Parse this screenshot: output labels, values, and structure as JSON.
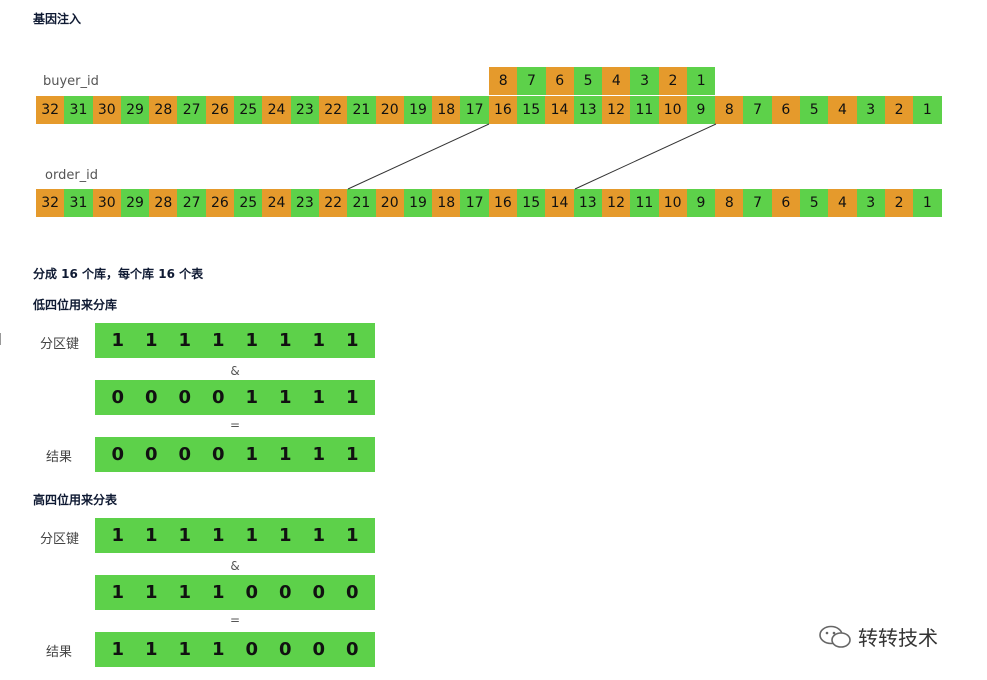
{
  "title": "基因注入",
  "buyer_label": "buyer_id",
  "order_label": "order_id",
  "gene_segment": [
    {
      "t": "8",
      "c": "o"
    },
    {
      "t": "7",
      "c": "g"
    },
    {
      "t": "6",
      "c": "o"
    },
    {
      "t": "5",
      "c": "g"
    },
    {
      "t": "4",
      "c": "o"
    },
    {
      "t": "3",
      "c": "g"
    },
    {
      "t": "2",
      "c": "o"
    },
    {
      "t": "1",
      "c": "g"
    }
  ],
  "bit_row": [
    {
      "t": "32",
      "c": "o"
    },
    {
      "t": "31",
      "c": "g"
    },
    {
      "t": "30",
      "c": "o"
    },
    {
      "t": "29",
      "c": "g"
    },
    {
      "t": "28",
      "c": "o"
    },
    {
      "t": "27",
      "c": "g"
    },
    {
      "t": "26",
      "c": "o"
    },
    {
      "t": "25",
      "c": "g"
    },
    {
      "t": "24",
      "c": "o"
    },
    {
      "t": "23",
      "c": "g"
    },
    {
      "t": "22",
      "c": "o"
    },
    {
      "t": "21",
      "c": "g"
    },
    {
      "t": "20",
      "c": "o"
    },
    {
      "t": "19",
      "c": "g"
    },
    {
      "t": "18",
      "c": "o"
    },
    {
      "t": "17",
      "c": "g"
    },
    {
      "t": "16",
      "c": "o"
    },
    {
      "t": "15",
      "c": "g"
    },
    {
      "t": "14",
      "c": "o"
    },
    {
      "t": "13",
      "c": "g"
    },
    {
      "t": "12",
      "c": "o"
    },
    {
      "t": "11",
      "c": "g"
    },
    {
      "t": "10",
      "c": "o"
    },
    {
      "t": "9",
      "c": "g"
    },
    {
      "t": "8",
      "c": "o"
    },
    {
      "t": "7",
      "c": "g"
    },
    {
      "t": "6",
      "c": "o"
    },
    {
      "t": "5",
      "c": "g"
    },
    {
      "t": "4",
      "c": "o"
    },
    {
      "t": "3",
      "c": "g"
    },
    {
      "t": "2",
      "c": "o"
    },
    {
      "t": "1",
      "c": "g"
    }
  ],
  "section_title": "分成 16 个库，每个库 16 个表",
  "low_title": "低四位用来分库",
  "high_title": "高四位用来分表",
  "key_label": "分区键",
  "result_label": "结果",
  "and_op": "&",
  "eq_op": "=",
  "low_key": [
    "1",
    "1",
    "1",
    "1",
    "1",
    "1",
    "1",
    "1"
  ],
  "low_mask": [
    "0",
    "0",
    "0",
    "0",
    "1",
    "1",
    "1",
    "1"
  ],
  "low_result": [
    "0",
    "0",
    "0",
    "0",
    "1",
    "1",
    "1",
    "1"
  ],
  "high_key": [
    "1",
    "1",
    "1",
    "1",
    "1",
    "1",
    "1",
    "1"
  ],
  "high_mask": [
    "1",
    "1",
    "1",
    "1",
    "0",
    "0",
    "0",
    "0"
  ],
  "high_result": [
    "1",
    "1",
    "1",
    "1",
    "0",
    "0",
    "0",
    "0"
  ],
  "watermark": "转转技术",
  "colors": {
    "orange": "#e59a2c",
    "green": "#5dd14a"
  }
}
